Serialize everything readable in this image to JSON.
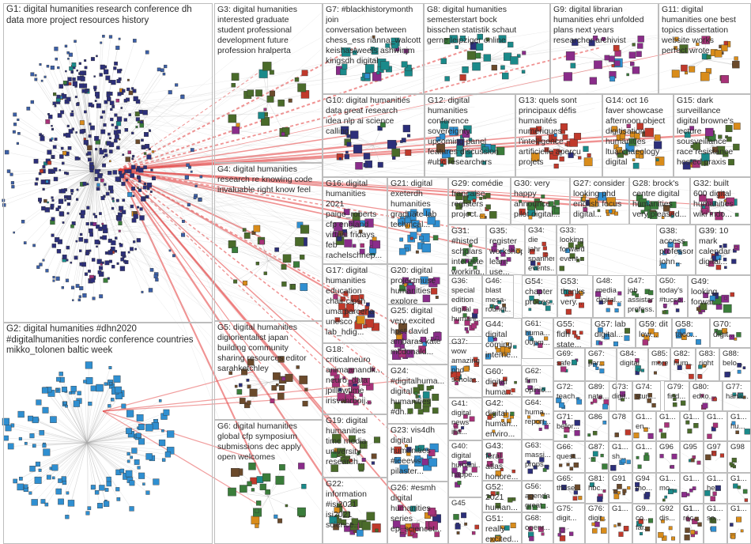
{
  "groups": [
    {
      "id": "G1",
      "label": "G1: digital humanities research conference dh\ndata more project resources history"
    },
    {
      "id": "G2",
      "label": "G2: digital humanities #dhn2020\n#digitalhumanities nordic conference countries\nmikko_tolonen baltic week"
    },
    {
      "id": "G3",
      "label": "G3: digital humanities\ninterested graduate\nstudent professional\ndevelopment future\nprofession hralperta"
    },
    {
      "id": "G4",
      "label": "G4: digital humanities\nresearch re knowing code\ninvaluable right know feel"
    },
    {
      "id": "G5",
      "label": "G5: digital humanities\ndigiorientalist japan\nbuilding community\nsharing resources editor\nsarahketchley"
    },
    {
      "id": "G6",
      "label": "G6: digital humanities\nglobal cfp symposium\nsubmissions dec apply\nopen welcomes"
    },
    {
      "id": "G7",
      "label": "G7: #blackhistorymonth join\nconversation between\nchess_ess rianna_walcott\nkeishastweets ashwinjm\nkingsdh digital"
    },
    {
      "id": "G8",
      "label": "G8: digital humanities\nsemesterstart bock\nbisschen statistik schaut\ngerne leipziger online"
    },
    {
      "id": "G9",
      "label": "G9: digital librarian\nhumanities ehri unfolded\nplans next years\nresearcher archivist"
    },
    {
      "id": "G10",
      "label": "G10: digital humanities\ndata great research\nidea nlp ai science\ncalling"
    },
    {
      "id": "G11",
      "label": "G11: digital\nhumanities one best\ntopics dissertation\nwebsite works\nperfect wrote"
    },
    {
      "id": "G12",
      "label": "G12: digital\nhumanities\nconference\nsovereignty\nupcoming panel\nfeatures discussion\n#ubc researchers"
    },
    {
      "id": "G13",
      "label": "G13: quels sont\nprincipaux défis\nhumanités\nnumériques\nl'intelligence\nartificielle aperçu\nprojets"
    },
    {
      "id": "G14",
      "label": "G14: oct 16\nfaver showcase\nafternoon object\ndigitisation\nhumanities\nltuarchaeology\ndigital"
    },
    {
      "id": "G15",
      "label": "G15: dark\nsurveillance\ndigital browne's\nlecture\nsousveillance\nrace resistance\nhosted praxis"
    },
    {
      "id": "G16",
      "label": "G16: digital\nhumanities\n2021\npaige_roberts\ncfp england\nvirtual fridays\nfeb\nrachelschnep..."
    },
    {
      "id": "G17",
      "label": "G17: digital\nhumanities\neducation\nchair cipsh\numa parceria\nunesco\nlab_hdig..."
    },
    {
      "id": "G18",
      "label": "G18:\ncriticalneuro\nanimaanandk...\nneuro_data\njpillowtime\nirisvanrooij..."
    },
    {
      "id": "G19",
      "label": "G19: digital\nhumanities\ntime media\nuniversity\nresearch..."
    },
    {
      "id": "G20",
      "label": "G20: digital\nprojectmuse\nhumanities\nexplore\ncapturing..."
    },
    {
      "id": "G21",
      "label": "G21: digital\nexeterdh\nhumanities\ngraduate lab\ntechnical..."
    },
    {
      "id": "G22",
      "label": "G22:\ninformation\n#isi2021\nisi2021\nscience..."
    },
    {
      "id": "G23",
      "label": "G23: vis4dh\ndigital\nhumanities\n#ieeevis\npilaster..."
    },
    {
      "id": "G24",
      "label": "G24:\n#digitalhuma...\ndigital\nhumanities\n#dh..."
    },
    {
      "id": "G25",
      "label": "G25: digital\nvery excited\nhost david\nambaras kate\nmcdonald..."
    },
    {
      "id": "G26",
      "label": "G26: #esmh\ndigital\nhumanities\nseries\nep_sciencet..."
    },
    {
      "id": "G27",
      "label": "G27: consider\nlooking phd\nenglish focus\ndigital..."
    },
    {
      "id": "G28",
      "label": "G28: brock's\ncentre digital\nhumanities\nvery pleased..."
    },
    {
      "id": "G29",
      "label": "G29: comédie\nfrançaise\nregisters\nproject..."
    },
    {
      "id": "G30",
      "label": "G30: very\nhappy\nannounce\npilot digital..."
    },
    {
      "id": "G31",
      "label": "G31: #histed\nscholars\ninterested\nworking..."
    },
    {
      "id": "G32",
      "label": "G32: built\n600 digital\nhumanities\nwiki indo..."
    },
    {
      "id": "G33",
      "label": "G33:\nlooking\nforward\nevent..."
    },
    {
      "id": "G34",
      "label": "G34: die\njahr\nspannend\nevents..."
    },
    {
      "id": "G35",
      "label": "G35:\nregister\nworkshop\nlearn use..."
    },
    {
      "id": "G36",
      "label": "G36:\nspecial\nedition\ndigital\nhumani..."
    },
    {
      "id": "G37",
      "label": "G37:\nwow\namazing\nphd\nscholar..."
    },
    {
      "id": "G38",
      "label": "G38:\naccess\nprofessor\njohn..."
    },
    {
      "id": "G39",
      "label": "G39: 10\nmark\ncalendar\ndigital..."
    },
    {
      "id": "G40",
      "label": "G40:\ndigital\nhumani...\nhappe..."
    },
    {
      "id": "G41",
      "label": "G41:\ndigital\nnews\nifla..."
    },
    {
      "id": "G42",
      "label": "G42:\ndigital\nhuman...\nenviro..."
    },
    {
      "id": "G43",
      "label": "G43:\nferal\natlas\nhonore..."
    },
    {
      "id": "G44",
      "label": "G44:\ndigital\ncoming\ninterne..."
    },
    {
      "id": "G45",
      "label": "G45"
    },
    {
      "id": "G46",
      "label": "G46:\nblast\nmesa-\nrouridt..."
    },
    {
      "id": "G47",
      "label": "G47: job\nassistant\nprofess..."
    },
    {
      "id": "G48",
      "label": "G48:\nmedia\ndigital..."
    },
    {
      "id": "G49",
      "label": "G49:\nlooking\nforwar..."
    },
    {
      "id": "G50",
      "label": "G50:\ntoday's\n#tucso..."
    },
    {
      "id": "G51",
      "label": "G51:\nreally\nexcited..."
    },
    {
      "id": "G52",
      "label": "G52:\n2021\nhuman..."
    },
    {
      "id": "G53",
      "label": "G53:\nthanks\nvery..."
    },
    {
      "id": "G54",
      "label": "G54:\nchapter\nproces..."
    },
    {
      "id": "G55",
      "label": "G55: fldh\nstate..."
    },
    {
      "id": "G56",
      "label": "G56:\nagenda\ngreat..."
    },
    {
      "id": "G57",
      "label": "G57: lab\ndigital..."
    },
    {
      "id": "G58",
      "label": "G58:\ntacc..."
    },
    {
      "id": "G59",
      "label": "G59: dit\nlow..."
    },
    {
      "id": "G60",
      "label": "G60:\ndigital\nhuma..."
    },
    {
      "id": "G61",
      "label": "G61:\nhuma...\n00pm..."
    },
    {
      "id": "G62",
      "label": "G62:\nfirm\nopinio..."
    },
    {
      "id": "G63",
      "label": "G63:\nmassi...\nprops..."
    },
    {
      "id": "G64",
      "label": "G64:\nhuma...\nreport..."
    },
    {
      "id": "G65",
      "label": "G65:\nthose..."
    },
    {
      "id": "G66",
      "label": "G66:\nquest..."
    },
    {
      "id": "G67",
      "label": "G67:\npar..."
    },
    {
      "id": "G68",
      "label": "G68:\nopenr..."
    },
    {
      "id": "G69",
      "label": "G69:\nsafe..."
    },
    {
      "id": "G70",
      "label": "G70:\ndigit..."
    },
    {
      "id": "G71",
      "label": "G71:\nbefor..."
    },
    {
      "id": "G72",
      "label": "G72:\nteach..."
    },
    {
      "id": "G73",
      "label": "G73:\ndigit..."
    },
    {
      "id": "G74",
      "label": "G74:\nstun..."
    },
    {
      "id": "G75",
      "label": "G75:\ndigit..."
    },
    {
      "id": "G76",
      "label": "G76:\ndigit..."
    },
    {
      "id": "G77",
      "label": "G77:\nhana..."
    },
    {
      "id": "G78",
      "label": "G78"
    },
    {
      "id": "G79",
      "label": "G79:\nfind..."
    },
    {
      "id": "G80",
      "label": "G80:\nedxo..."
    },
    {
      "id": "G81",
      "label": "G81:\nhbc..."
    },
    {
      "id": "G82",
      "label": "G82:\nhum..."
    },
    {
      "id": "G83",
      "label": "G83:\nright"
    },
    {
      "id": "G84",
      "label": "G84:\ndigital"
    },
    {
      "id": "G85",
      "label": "G85:\nmore"
    },
    {
      "id": "G86",
      "label": "G86"
    },
    {
      "id": "G87",
      "label": "G87:\n..."
    },
    {
      "id": "G88",
      "label": "G88:\nbelo..."
    },
    {
      "id": "G89",
      "label": "G89:\nnata..."
    },
    {
      "id": "G90",
      "label": "G9...\nco...\nfar..."
    },
    {
      "id": "G91",
      "label": "G91\n..."
    },
    {
      "id": "G92",
      "label": "G92\ndis..."
    },
    {
      "id": "G94",
      "label": "G94\nmo..."
    },
    {
      "id": "G95",
      "label": "G95"
    },
    {
      "id": "G96",
      "label": "G96"
    },
    {
      "id": "G97",
      "label": "G97"
    },
    {
      "id": "G98",
      "label": "G98"
    },
    {
      "id": "G1a",
      "label": "G1...\nen..."
    },
    {
      "id": "G1b",
      "label": "G1..."
    },
    {
      "id": "G1c",
      "label": "G1..."
    },
    {
      "id": "G1d",
      "label": "G1..."
    },
    {
      "id": "G1e",
      "label": "G1...\nhu..."
    },
    {
      "id": "G1f",
      "label": "G1...\nmo..."
    },
    {
      "id": "G1g",
      "label": "G1...\nso..."
    },
    {
      "id": "G1h",
      "label": "G1...\nréc..."
    },
    {
      "id": "G1i",
      "label": "G1...\nhe..."
    },
    {
      "id": "G1j",
      "label": "G1...\nsh..."
    },
    {
      "id": "G1k",
      "label": "G1..."
    },
    {
      "id": "G1l",
      "label": "G1..."
    },
    {
      "id": "G1m",
      "label": "G1..."
    },
    {
      "id": "G1n",
      "label": "G1..."
    },
    {
      "id": "G1o",
      "label": "G1..."
    },
    {
      "id": "G1p",
      "label": "G1..."
    }
  ],
  "colors": {
    "box_border": "#bdbdbd",
    "edge_gray": "#a9a9a9",
    "edge_red": "#e33b3b",
    "g1_node": "#2c2f7a",
    "g2_node": "#2f8fd1"
  }
}
